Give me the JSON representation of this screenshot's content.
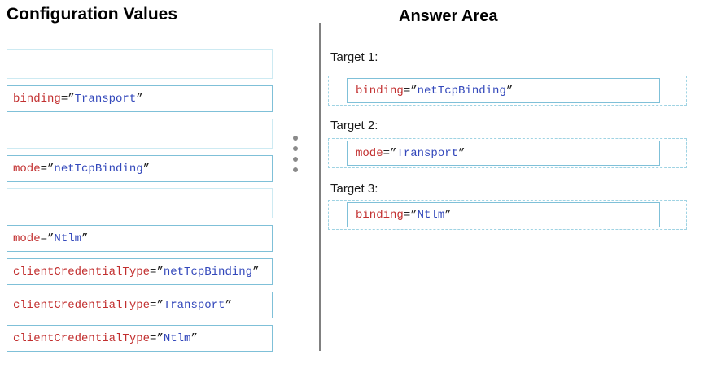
{
  "titles": {
    "left": "Configuration Values",
    "right": "Answer Area"
  },
  "syntax": {
    "equals": "=",
    "open_quote": "”",
    "close_quote": "”"
  },
  "config_values": [
    {
      "type": "empty"
    },
    {
      "type": "code",
      "attr": "binding",
      "value": "Transport"
    },
    {
      "type": "empty"
    },
    {
      "type": "code",
      "attr": "mode",
      "value": "netTcpBinding"
    },
    {
      "type": "empty"
    },
    {
      "type": "code",
      "attr": "mode",
      "value": "Ntlm"
    },
    {
      "type": "code",
      "attr": "clientCredentialType",
      "value": "netTcpBinding"
    },
    {
      "type": "code",
      "attr": "clientCredentialType",
      "value": "Transport"
    },
    {
      "type": "code",
      "attr": "clientCredentialType",
      "value": "Ntlm"
    }
  ],
  "answer_area": {
    "targets": [
      {
        "label": "Target 1:",
        "attr": "binding",
        "value": "netTcpBinding"
      },
      {
        "label": "Target 2:",
        "attr": "mode",
        "value": "Transport"
      },
      {
        "label": "Target 3:",
        "attr": "binding",
        "value": "Ntlm"
      }
    ]
  },
  "divider": {
    "dots": 4
  },
  "colors": {
    "title_text": "#000000",
    "attr_text": "#c22f2f",
    "value_text": "#3348bb",
    "punct_text": "#222222",
    "code_box_border": "#7fc0d8",
    "empty_box_border": "#cdeaf2",
    "dashed_border": "#9fd3e3",
    "divider_line": "#808080",
    "dots": "#8a8a8a"
  }
}
